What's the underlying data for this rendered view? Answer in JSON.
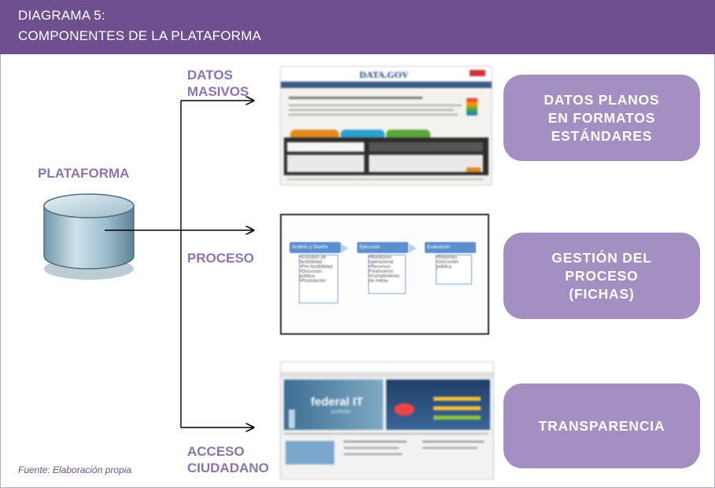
{
  "header": {
    "line1": "DIAGRAMA 5:",
    "line2": "COMPONENTES DE LA PLATAFORMA"
  },
  "platform": {
    "label": "PLATAFORMA"
  },
  "branches": [
    {
      "label": "DATOS\nMASIVOS"
    },
    {
      "label": "PROCESO"
    },
    {
      "label": "ACCESO\nCIUDADANO"
    }
  ],
  "pills": [
    {
      "text": "DATOS PLANOS\nEN FORMATOS\nESTÁNDARES"
    },
    {
      "text": "GESTIÓN DEL\nPROCESO\n(FICHAS)"
    },
    {
      "text": "TRANSPARENCIA"
    }
  ],
  "screenshots": {
    "datagov": {
      "logo": "DATA.GOV"
    },
    "process": {
      "steps": [
        "Análisis y Diseño",
        "Ejecución",
        "Evaluación"
      ],
      "items": [
        [
          "•Estudios de factibilidad",
          "•Pre-factibilidad",
          "•Discusión pública",
          "•Postulación"
        ],
        [
          "•Monitoreo operacional",
          "•Recursos Financieros",
          "•Cumplimiento de metas"
        ],
        [
          "•Reportes",
          "•Discusión pública"
        ]
      ]
    },
    "itdashboard": {
      "banner": "federal IT",
      "sub": "portfolio"
    }
  },
  "source": {
    "text": "Fuente: Elaboración propia"
  },
  "colors": {
    "header": "#6f4f8f",
    "label": "#8c73b2",
    "pill": "#a48fc2"
  }
}
